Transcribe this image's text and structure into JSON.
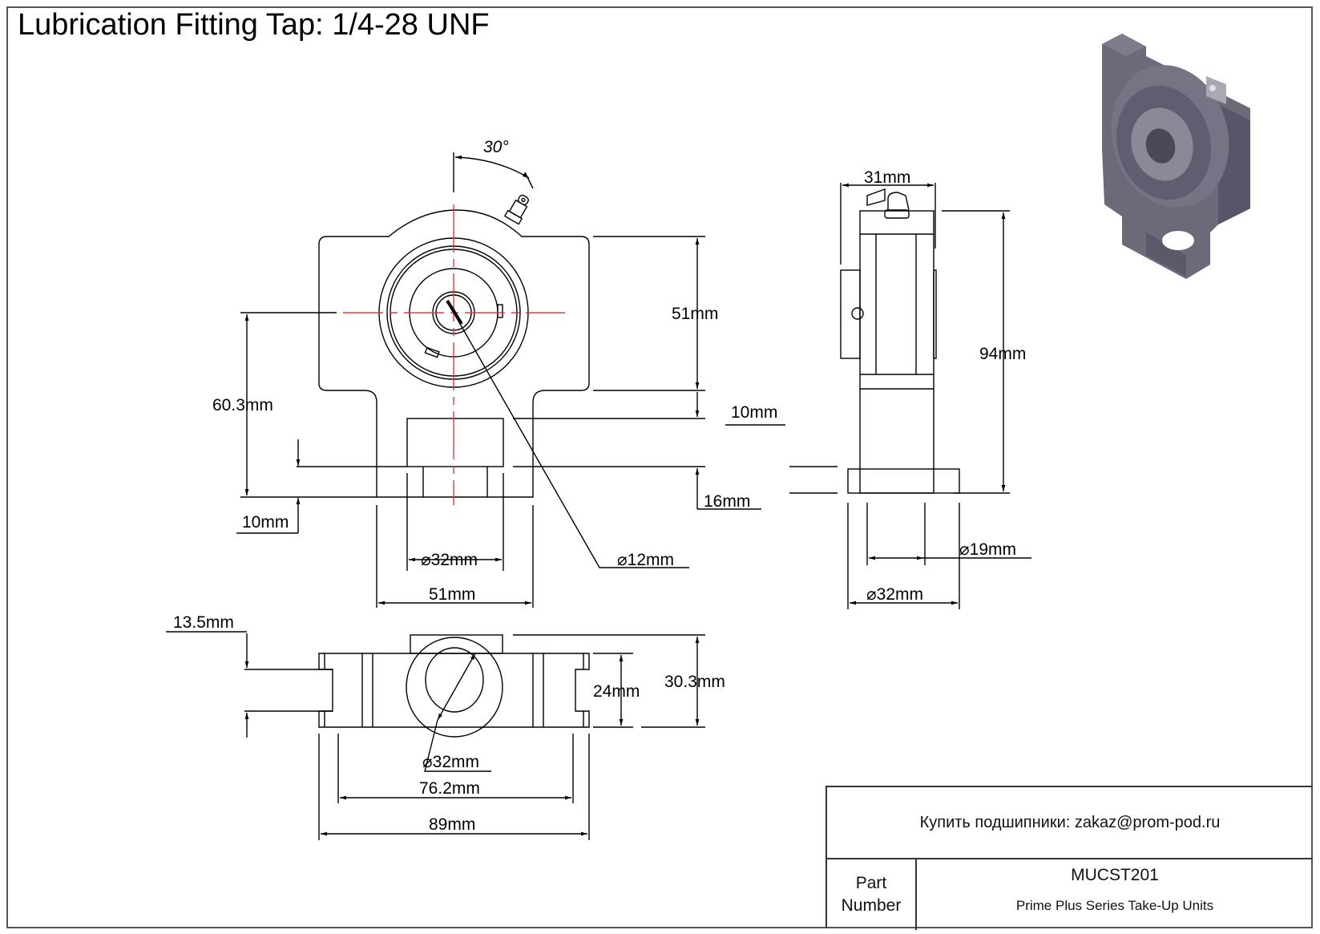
{
  "title": "Lubrication Fitting Tap: 1/4-28 UNF",
  "front_view": {
    "angle_label": "30°",
    "dims": {
      "height_center": "51mm",
      "base_to_center": "60.3mm",
      "base_thickness": "10mm",
      "slot_height_right": "10mm",
      "slot_offset": "16mm",
      "bore_dia_lower": "⌀32mm",
      "shaft_dia": "⌀12mm",
      "base_width": "51mm"
    }
  },
  "side_view": {
    "dims": {
      "width": "31mm",
      "height": "94mm",
      "dia_inner": "⌀19mm",
      "dia_outer": "⌀32mm"
    }
  },
  "bottom_view": {
    "dims": {
      "slot_width": "13.5mm",
      "inner_height": "24mm",
      "outer_height": "30.3mm",
      "bore_dia": "⌀32mm",
      "inner_length": "76.2mm",
      "overall_length": "89mm"
    }
  },
  "title_block": {
    "contact": "Купить подшипники: zakaz@prom-pod.ru",
    "label_line1": "Part",
    "label_line2": "Number",
    "part_number": "MUCST201",
    "description": "Prime Plus Series Take-Up Units"
  },
  "colors": {
    "centerline": "#e8383d",
    "line": "#000000",
    "model": "#6b6a78"
  }
}
